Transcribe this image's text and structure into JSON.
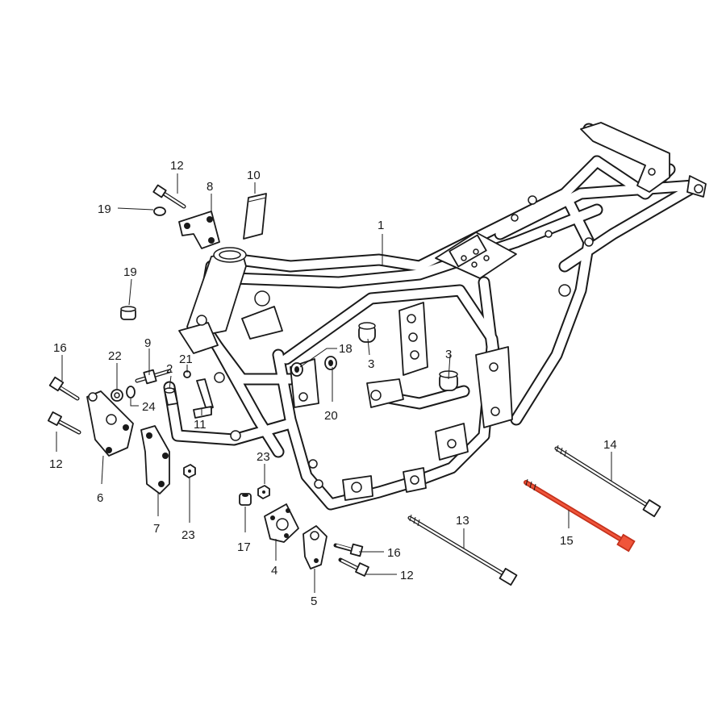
{
  "diagram": {
    "highlight_color": "#e8492e",
    "line_color": "#1a1a1a",
    "highlighted_part": "15",
    "callouts": [
      {
        "id": "c1",
        "label": "1"
      },
      {
        "id": "c3a",
        "label": "3"
      },
      {
        "id": "c3b",
        "label": "3"
      },
      {
        "id": "c2",
        "label": "2"
      },
      {
        "id": "c4",
        "label": "4"
      },
      {
        "id": "c5",
        "label": "5"
      },
      {
        "id": "c6",
        "label": "6"
      },
      {
        "id": "c7",
        "label": "7"
      },
      {
        "id": "c8",
        "label": "8"
      },
      {
        "id": "c9",
        "label": "9"
      },
      {
        "id": "c10",
        "label": "10"
      },
      {
        "id": "c11",
        "label": "11"
      },
      {
        "id": "c12a",
        "label": "12"
      },
      {
        "id": "c12b",
        "label": "12"
      },
      {
        "id": "c12c",
        "label": "12"
      },
      {
        "id": "c13",
        "label": "13"
      },
      {
        "id": "c14",
        "label": "14"
      },
      {
        "id": "c15",
        "label": "15"
      },
      {
        "id": "c16a",
        "label": "16"
      },
      {
        "id": "c16b",
        "label": "16"
      },
      {
        "id": "c17",
        "label": "17"
      },
      {
        "id": "c18",
        "label": "18"
      },
      {
        "id": "c19a",
        "label": "19"
      },
      {
        "id": "c19b",
        "label": "19"
      },
      {
        "id": "c20",
        "label": "20"
      },
      {
        "id": "c21",
        "label": "21"
      },
      {
        "id": "c22",
        "label": "22"
      },
      {
        "id": "c23a",
        "label": "23"
      },
      {
        "id": "c23b",
        "label": "23"
      },
      {
        "id": "c24",
        "label": "24"
      }
    ]
  }
}
